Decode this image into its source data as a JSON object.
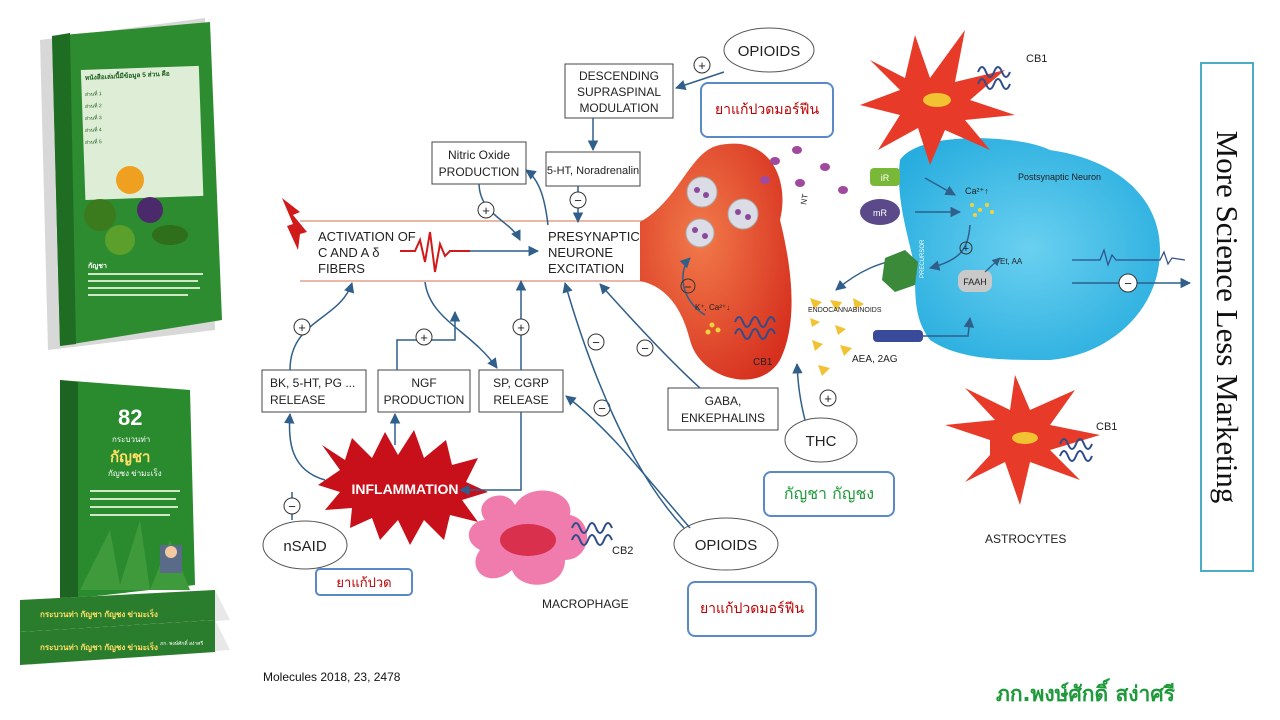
{
  "diagram": {
    "activation": "ACTIVATION OF",
    "fibers_line2": "C AND A δ",
    "fibers_line3": "FIBERS",
    "presynaptic_line1": "PRESYNAPTIC",
    "presynaptic_line2": "NEURONE",
    "presynaptic_line3": "EXCITATION",
    "nitric_line1": "Nitric Oxide",
    "nitric_line2": "PRODUCTION",
    "descending_line1": "DESCENDING",
    "descending_line2": "SUPRASPINAL",
    "descending_line3": "MODULATION",
    "ht_noradrenalin": "5-HT, Noradrenalin",
    "opioids_top": "OPIOIDS",
    "opioids_bottom": "OPIOIDS",
    "bk_line1": "BK, 5-HT, PG ...",
    "bk_line2": "RELEASE",
    "ngf_line1": "NGF",
    "ngf_line2": "PRODUCTION",
    "sp_line1": "SP, CGRP",
    "sp_line2": "RELEASE",
    "inflammation": "INFLAMMATION",
    "nsaid": "nSAID",
    "macrophage": "MACROPHAGE",
    "cb2": "CB2",
    "gaba_line1": "GABA,",
    "gaba_line2": "ENKEPHALINS",
    "thc": "THC",
    "cb1_top": "CB1",
    "cb1_synapse": "CB1",
    "cb1_astro": "CB1",
    "astrocytes": "ASTROCYTES",
    "postsynaptic": "Postsynaptic Neuron",
    "endocannabinoids": "ENDOCANNABINOIDS",
    "aea": "AEA, 2AG",
    "nt": "NT",
    "k_ca": "K⁺, Ca²⁺↓",
    "ca_up": "Ca²⁺↑",
    "ir": "iR",
    "mr": "mR",
    "faah": "FAAH",
    "et_aa": "Et, AA",
    "precursor": "PRECURSOR",
    "plus": "+",
    "minus": "−"
  },
  "annotations": {
    "opioid_drug_top": "ยาแก้ปวดมอร์ฟีน",
    "opioid_drug_bottom": "ยาแก้ปวดมอร์ฟีน",
    "painkiller": "ยาแก้ปวด",
    "cannabis": "กัญชา กัญชง"
  },
  "side_title": "More Science Less Marketing",
  "citation": "Molecules 2018, 23, 2478",
  "author": "ภก.พงษ์ศักดิ์ สง่าศรี",
  "books": {
    "book1_heading": "หนังสือเล่มนี้มีข้อมูล 5 ส่วน คือ",
    "book1_parts": [
      "ส่วนที่ 1",
      "ส่วนที่ 2",
      "ส่วนที่ 3",
      "ส่วนที่ 4",
      "ส่วนที่ 5"
    ],
    "book1_footer": "กัญชา",
    "book2_number": "82",
    "book2_line1": "กระบวนท่า",
    "book2_line2": "กัญชา",
    "book2_line3": "กัญชง ข่ามะเร็ง",
    "book2_spine": "กระบวนท่า กัญชา กัญชง ข่ามะเร็ง",
    "book2_author": "ภก. พงษ์ศักดิ์ สง่าศรี"
  },
  "colors": {
    "opioid_text": "#c00000",
    "cannabis_text": "#1e9a3a",
    "box_border": "#5a8ac6",
    "inflammation_fill": "#c8101a",
    "neuron_red": "#e0452b",
    "post_blue": "#27b6e8",
    "title_border": "#4bacc6"
  }
}
